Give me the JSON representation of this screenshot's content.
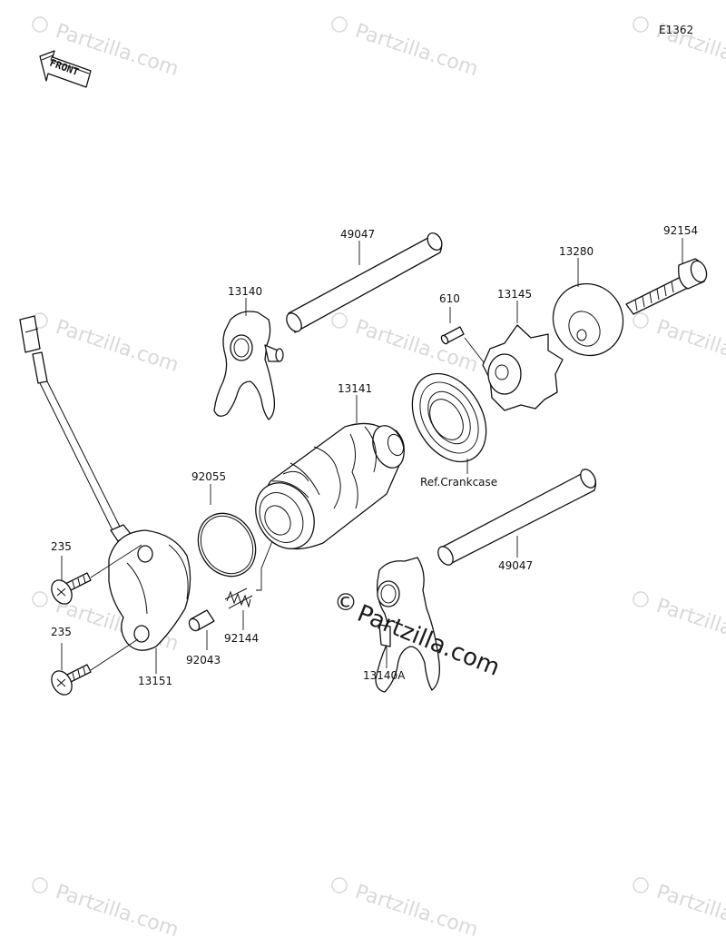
{
  "diagram_code": "E1362",
  "front_arrow_label": "FRONT",
  "watermark_text": "Partzilla.com",
  "watermark_main_text": "Partzilla.com",
  "copyright_symbol": "©",
  "reference_text": "Ref.Crankcase",
  "parts": {
    "shaft_upper": "49047",
    "shaft_lower": "49047",
    "fork_upper": "13140",
    "fork_lower": "13140A",
    "drum": "13141",
    "pin": "610",
    "cam": "13145",
    "plate": "13280",
    "bolt_right": "92154",
    "oring": "92055",
    "sensor": "13151",
    "screw_top": "235",
    "screw_bottom": "235",
    "plunger": "92043",
    "spring": "92144"
  },
  "colors": {
    "line": "#111111",
    "watermark": "#d9d9d9",
    "background": "#ffffff"
  }
}
